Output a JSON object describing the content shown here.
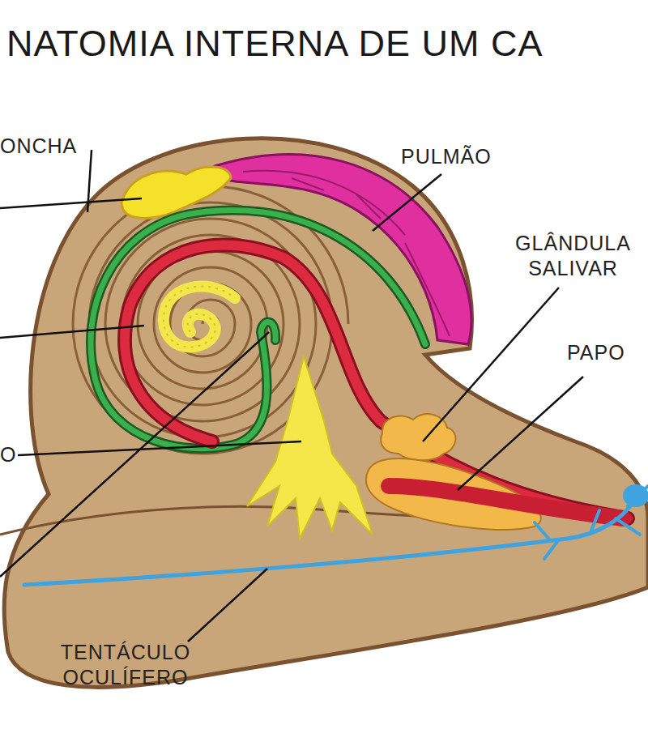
{
  "diagram": {
    "title": "NATOMIA INTERNA DE UM CA",
    "labels": [
      "ONCHA",
      "PULMÃO",
      "GLÂNDULA SALIVAR",
      "PAPO",
      "TENTÁCULO OCULÍFERO",
      "O"
    ]
  }
}
